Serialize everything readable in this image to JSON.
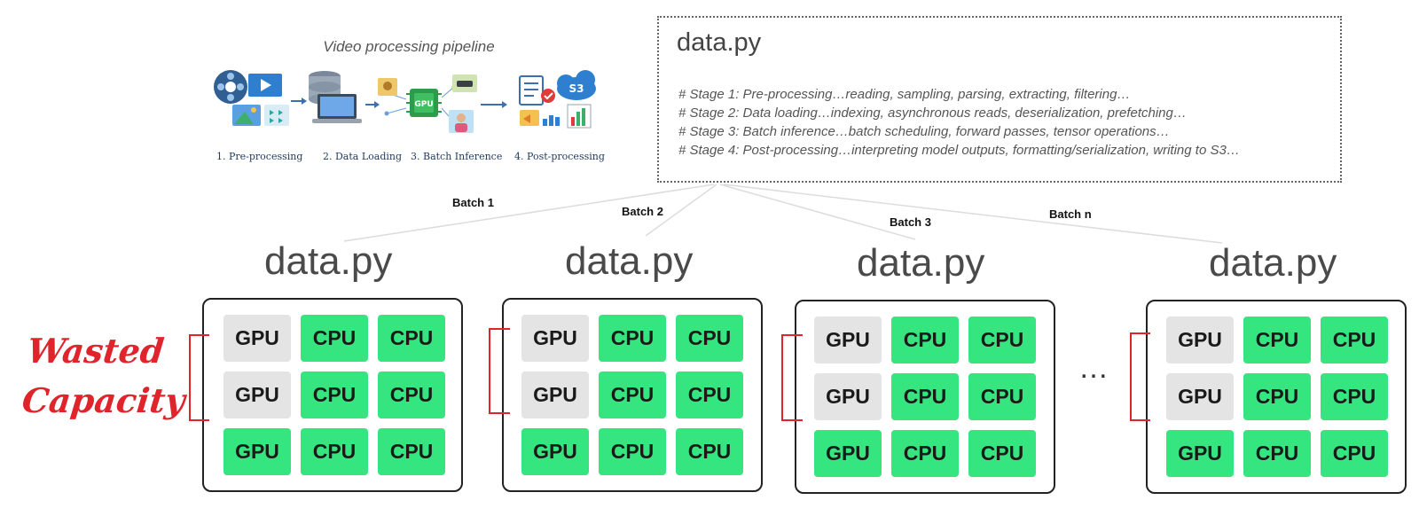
{
  "pipeline": {
    "title": "Video processing pipeline",
    "stages": [
      "1. Pre-processing",
      "2. Data Loading",
      "3. Batch Inference",
      "4. Post-processing"
    ],
    "icons": {
      "gpu_chip_label": "GPU",
      "cloud_label": "S3"
    }
  },
  "code": {
    "filename": "data.py",
    "lines": [
      "# Stage 1: Pre-processing…reading, sampling, parsing, extracting, filtering…",
      "# Stage 2: Data loading…indexing, asynchronous reads, deserialization, prefetching…",
      "# Stage 3: Batch inference…batch scheduling, forward passes, tensor operations…",
      "# Stage 4: Post-processing…interpreting model outputs, formatting/serialization, writing to S3…"
    ]
  },
  "batches": [
    "Batch 1",
    "Batch 2",
    "Batch 3",
    "Batch n"
  ],
  "nodes": [
    {
      "title": "data.py",
      "chips": [
        [
          "GPU",
          "CPU",
          "CPU"
        ],
        [
          "GPU",
          "CPU",
          "CPU"
        ],
        [
          "GPU",
          "CPU",
          "CPU"
        ]
      ]
    },
    {
      "title": "data.py",
      "chips": [
        [
          "GPU",
          "CPU",
          "CPU"
        ],
        [
          "GPU",
          "CPU",
          "CPU"
        ],
        [
          "GPU",
          "CPU",
          "CPU"
        ]
      ]
    },
    {
      "title": "data.py",
      "chips": [
        [
          "GPU",
          "CPU",
          "CPU"
        ],
        [
          "GPU",
          "CPU",
          "CPU"
        ],
        [
          "GPU",
          "CPU",
          "CPU"
        ]
      ]
    },
    {
      "title": "data.py",
      "chips": [
        [
          "GPU",
          "CPU",
          "CPU"
        ],
        [
          "GPU",
          "CPU",
          "CPU"
        ],
        [
          "GPU",
          "CPU",
          "CPU"
        ]
      ]
    }
  ],
  "idle_chips_per_node": 2,
  "ellipsis": "…",
  "annotation": {
    "line1": "Wasted",
    "line2": "Capacity"
  },
  "colors": {
    "busy": "#35e680",
    "idle": "#e4e4e4",
    "annotation": "#e0242b"
  }
}
